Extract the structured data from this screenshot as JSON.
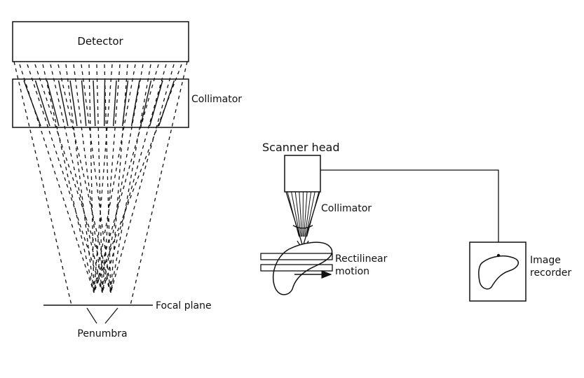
{
  "focusing_collimator": {
    "detector_label": "Detector",
    "collimator_label": "Collimator",
    "focal_plane_label": "Focal plane",
    "penumbra_label": "Penumbra"
  },
  "rectilinear_scanner": {
    "scanner_head_label": "Scanner head",
    "collimator_label": "Collimator",
    "motion_label_line1": "Rectilinear",
    "motion_label_line2": "motion",
    "recorder_label_line1": "Image",
    "recorder_label_line2": "recorder"
  }
}
